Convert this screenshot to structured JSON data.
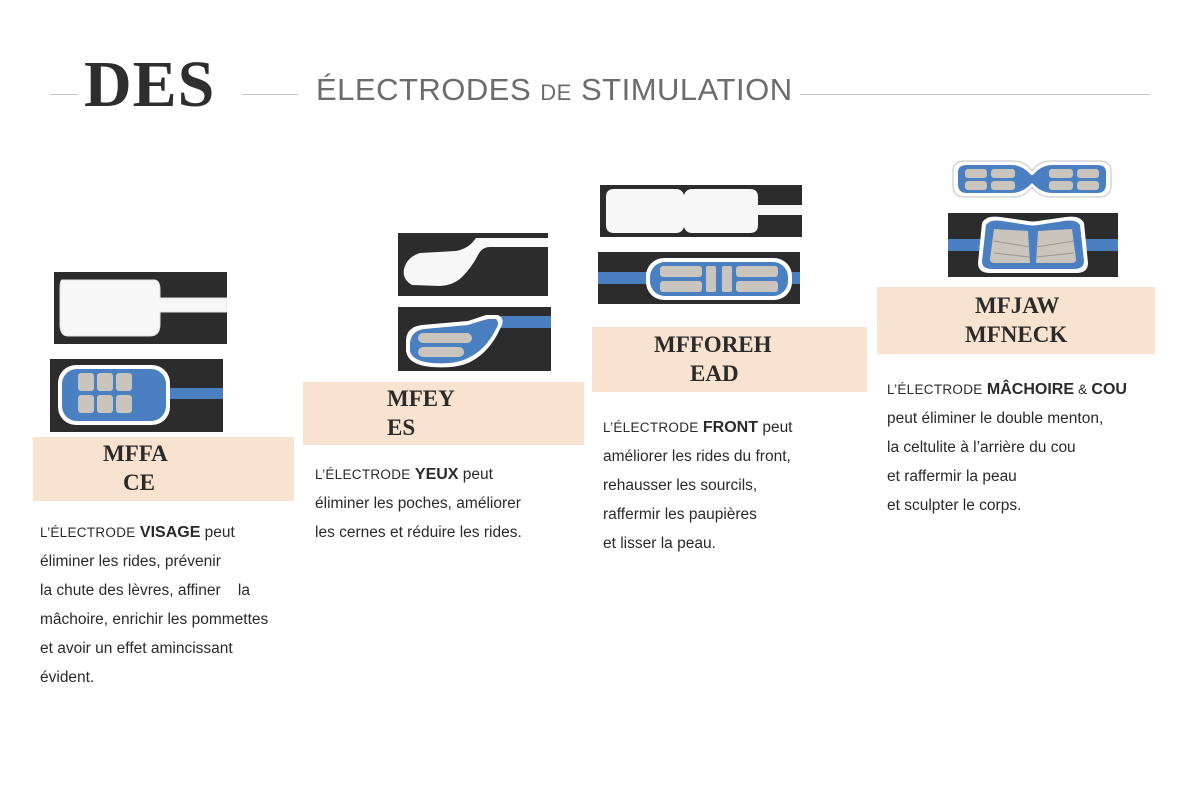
{
  "header": {
    "brand": "DES",
    "subtitle_part1": "ÉLECTRODES",
    "subtitle_part2": "DE",
    "subtitle_part3": "STIMULATION"
  },
  "products": [
    {
      "label_line1": "MFFA",
      "label_line2": "CE",
      "intro": "L’ÉLECTRODE",
      "keyword": "VISAGE",
      "after_keyword": " peut",
      "lines": [
        "éliminer les rides, prévenir",
        "la chute des lèvres, affiner    la",
        "mâchoire, enrichir les pommettes",
        "et avoir un effet amincissant",
        "évident."
      ]
    },
    {
      "label_line1": "MFEY",
      "label_line2": "ES",
      "intro": "L’ÉLECTRODE",
      "keyword": "YEUX",
      "after_keyword": " peut",
      "lines": [
        "éliminer les poches, améliorer",
        "les cernes et réduire les rides."
      ]
    },
    {
      "label_line1": "MFFOREH",
      "label_line2": "EAD",
      "intro": "L’ÉLECTRODE",
      "keyword": "FRONT",
      "after_keyword": " peut",
      "lines": [
        "améliorer les rides du front,",
        "rehausser les sourcils,",
        "raffermir les paupières",
        "et lisser la peau."
      ]
    },
    {
      "label_line1": "MFJAW",
      "label_line2": "MFNECK",
      "intro": "L’ÉLECTRODE",
      "keyword": "MÂCHOIRE",
      "amp": " & ",
      "keyword2": "COU",
      "lines": [
        "peut éliminer le double menton,",
        "la celtulite à l’arrière du cou",
        "et raffermir la peau",
        "et sculpter le corps."
      ]
    }
  ],
  "colors": {
    "panel": "#2c2c2c",
    "electrode_blue": "#4a7fc1",
    "pad_gray": "#c9c5bd",
    "label_bg": "#f8e3d0"
  }
}
